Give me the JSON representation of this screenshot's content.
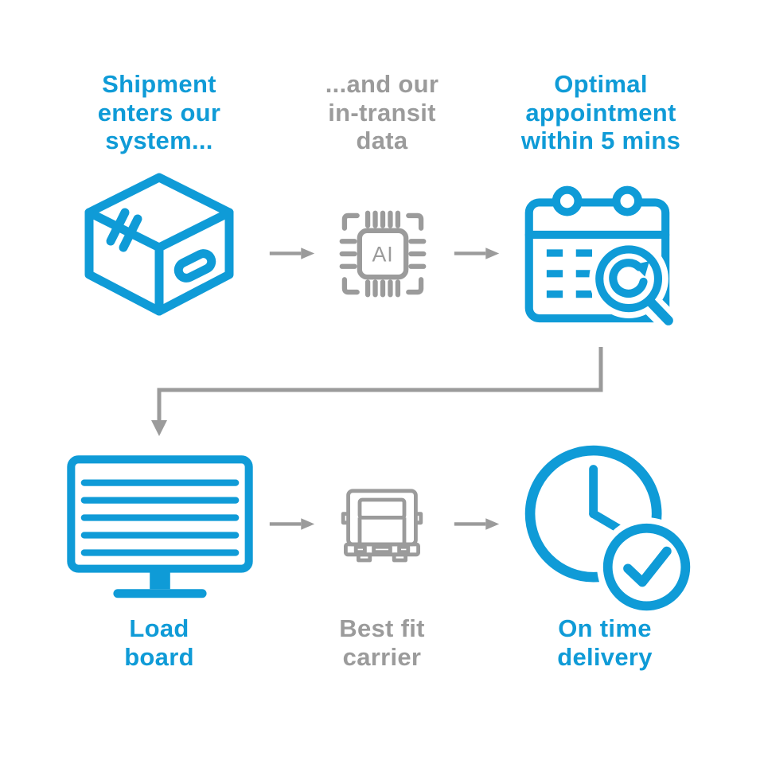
{
  "diagram": {
    "name": "shipment-appointment-flow",
    "colors": {
      "accent_blue": "#0f9bd7",
      "neutral_gray": "#9b9b9b"
    },
    "row1": {
      "step1": {
        "label": "Shipment\nenters our\nsystem...",
        "icon": "package-box-icon"
      },
      "step2": {
        "label": "...and our\nin-transit\ndata",
        "icon": "ai-chip-icon",
        "chip_text": "AI"
      },
      "step3": {
        "label": "Optimal\nappointment\nwithin 5 mins",
        "icon": "calendar-search-icon"
      }
    },
    "row2": {
      "step1": {
        "label": "Load\nboard",
        "icon": "load-board-monitor-icon"
      },
      "step2": {
        "label": "Best fit\ncarrier",
        "icon": "truck-icon"
      },
      "step3": {
        "label": "On time\ndelivery",
        "icon": "clock-check-icon"
      }
    }
  }
}
